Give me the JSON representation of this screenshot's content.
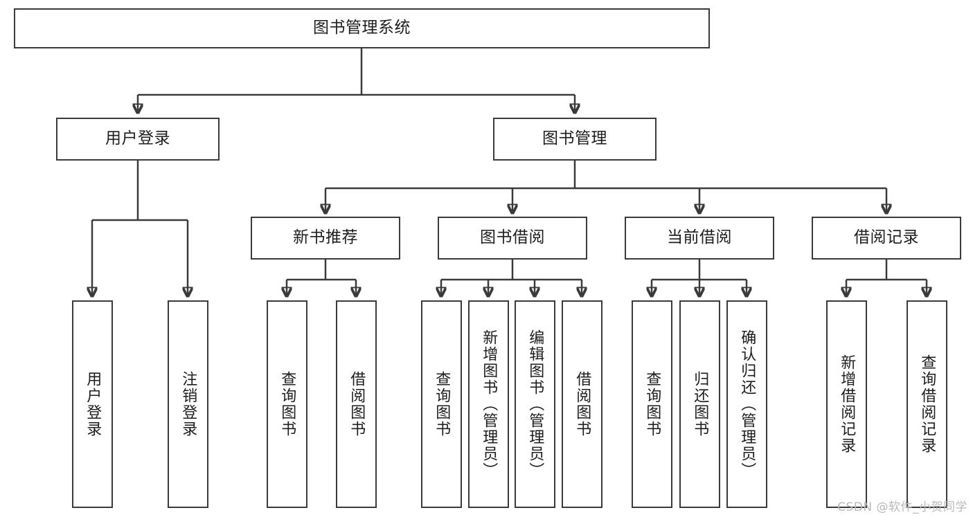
{
  "diagram": {
    "title": "图书管理系统",
    "type": "tree-hierarchy-chart",
    "root": {
      "id": "root",
      "label": "图书管理系统"
    },
    "level2": [
      {
        "id": "user-login",
        "label": "用户登录"
      },
      {
        "id": "book-manage",
        "label": "图书管理"
      }
    ],
    "level3": [
      {
        "id": "new-book-rec",
        "label": "新书推荐"
      },
      {
        "id": "book-borrow",
        "label": "图书借阅"
      },
      {
        "id": "current-borrow",
        "label": "当前借阅"
      },
      {
        "id": "borrow-record",
        "label": "借阅记录"
      }
    ],
    "leaves": [
      {
        "id": "leaf-user-login",
        "label": "用户登录",
        "parent": "user-login"
      },
      {
        "id": "leaf-user-logout",
        "label": "注销登录",
        "parent": "user-login"
      },
      {
        "id": "leaf-query-book-1",
        "label": "查询图书",
        "parent": "new-book-rec"
      },
      {
        "id": "leaf-borrow-book-1",
        "label": "借阅图书",
        "parent": "new-book-rec"
      },
      {
        "id": "leaf-query-book-2",
        "label": "查询图书",
        "parent": "book-borrow"
      },
      {
        "id": "leaf-add-book",
        "label": "新增图书（管理员）",
        "parent": "book-borrow"
      },
      {
        "id": "leaf-edit-book",
        "label": "编辑图书（管理员）",
        "parent": "book-borrow"
      },
      {
        "id": "leaf-borrow-book-2",
        "label": "借阅图书",
        "parent": "book-borrow"
      },
      {
        "id": "leaf-query-book-3",
        "label": "查询图书",
        "parent": "current-borrow"
      },
      {
        "id": "leaf-return-book",
        "label": "归还图书",
        "parent": "current-borrow"
      },
      {
        "id": "leaf-confirm-return",
        "label": "确认归还（管理员）",
        "parent": "current-borrow"
      },
      {
        "id": "leaf-add-record",
        "label": "新增借阅记录",
        "parent": "borrow-record"
      },
      {
        "id": "leaf-query-record",
        "label": "查询借阅记录",
        "parent": "borrow-record"
      }
    ],
    "colors": {
      "stroke": "#3a3a3a",
      "fill": "#ffffff",
      "text": "#1d1d1d",
      "watermark": "#b9b9b9"
    }
  },
  "watermark": {
    "text": "CSDN @软件_小贺同学"
  }
}
